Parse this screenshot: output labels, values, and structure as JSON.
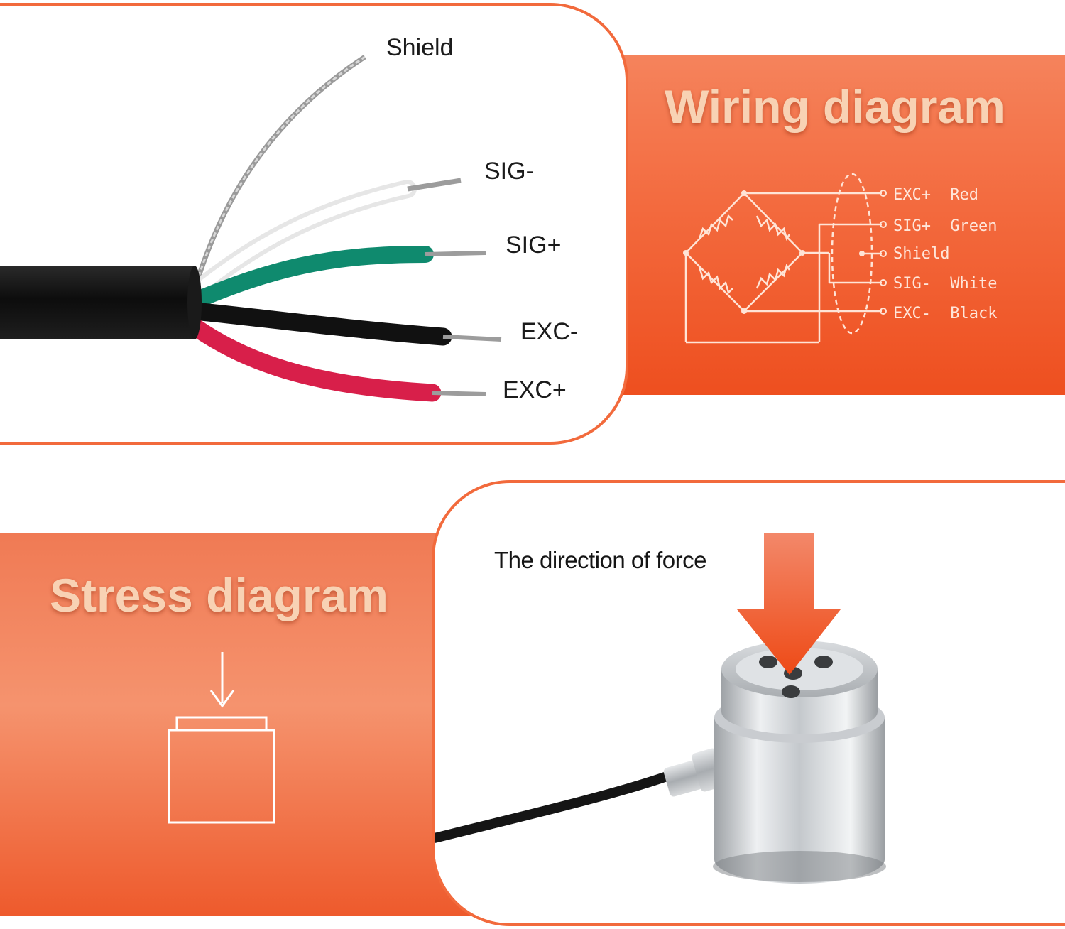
{
  "wiring": {
    "title": "Wiring diagram",
    "wire_labels": {
      "shield": "Shield",
      "sig_minus": "SIG-",
      "sig_plus": "SIG+",
      "exc_minus": "EXC-",
      "exc_plus": "EXC+"
    },
    "legend": [
      {
        "terminal": "EXC+",
        "color": "Red"
      },
      {
        "terminal": "SIG+",
        "color": "Green"
      },
      {
        "terminal": "Shield",
        "color": ""
      },
      {
        "terminal": "SIG-",
        "color": "White"
      },
      {
        "terminal": "EXC-",
        "color": "Black"
      }
    ]
  },
  "stress": {
    "title": "Stress diagram",
    "force_label": "The direction of force"
  },
  "colors": {
    "accent": "#f26a3c",
    "headline": "#f8d2b4",
    "wire_red": "#d81f4a",
    "wire_green": "#0f8a6e",
    "wire_black": "#111111",
    "wire_white": "#f4f4f4",
    "cable_jacket": "#141414"
  }
}
